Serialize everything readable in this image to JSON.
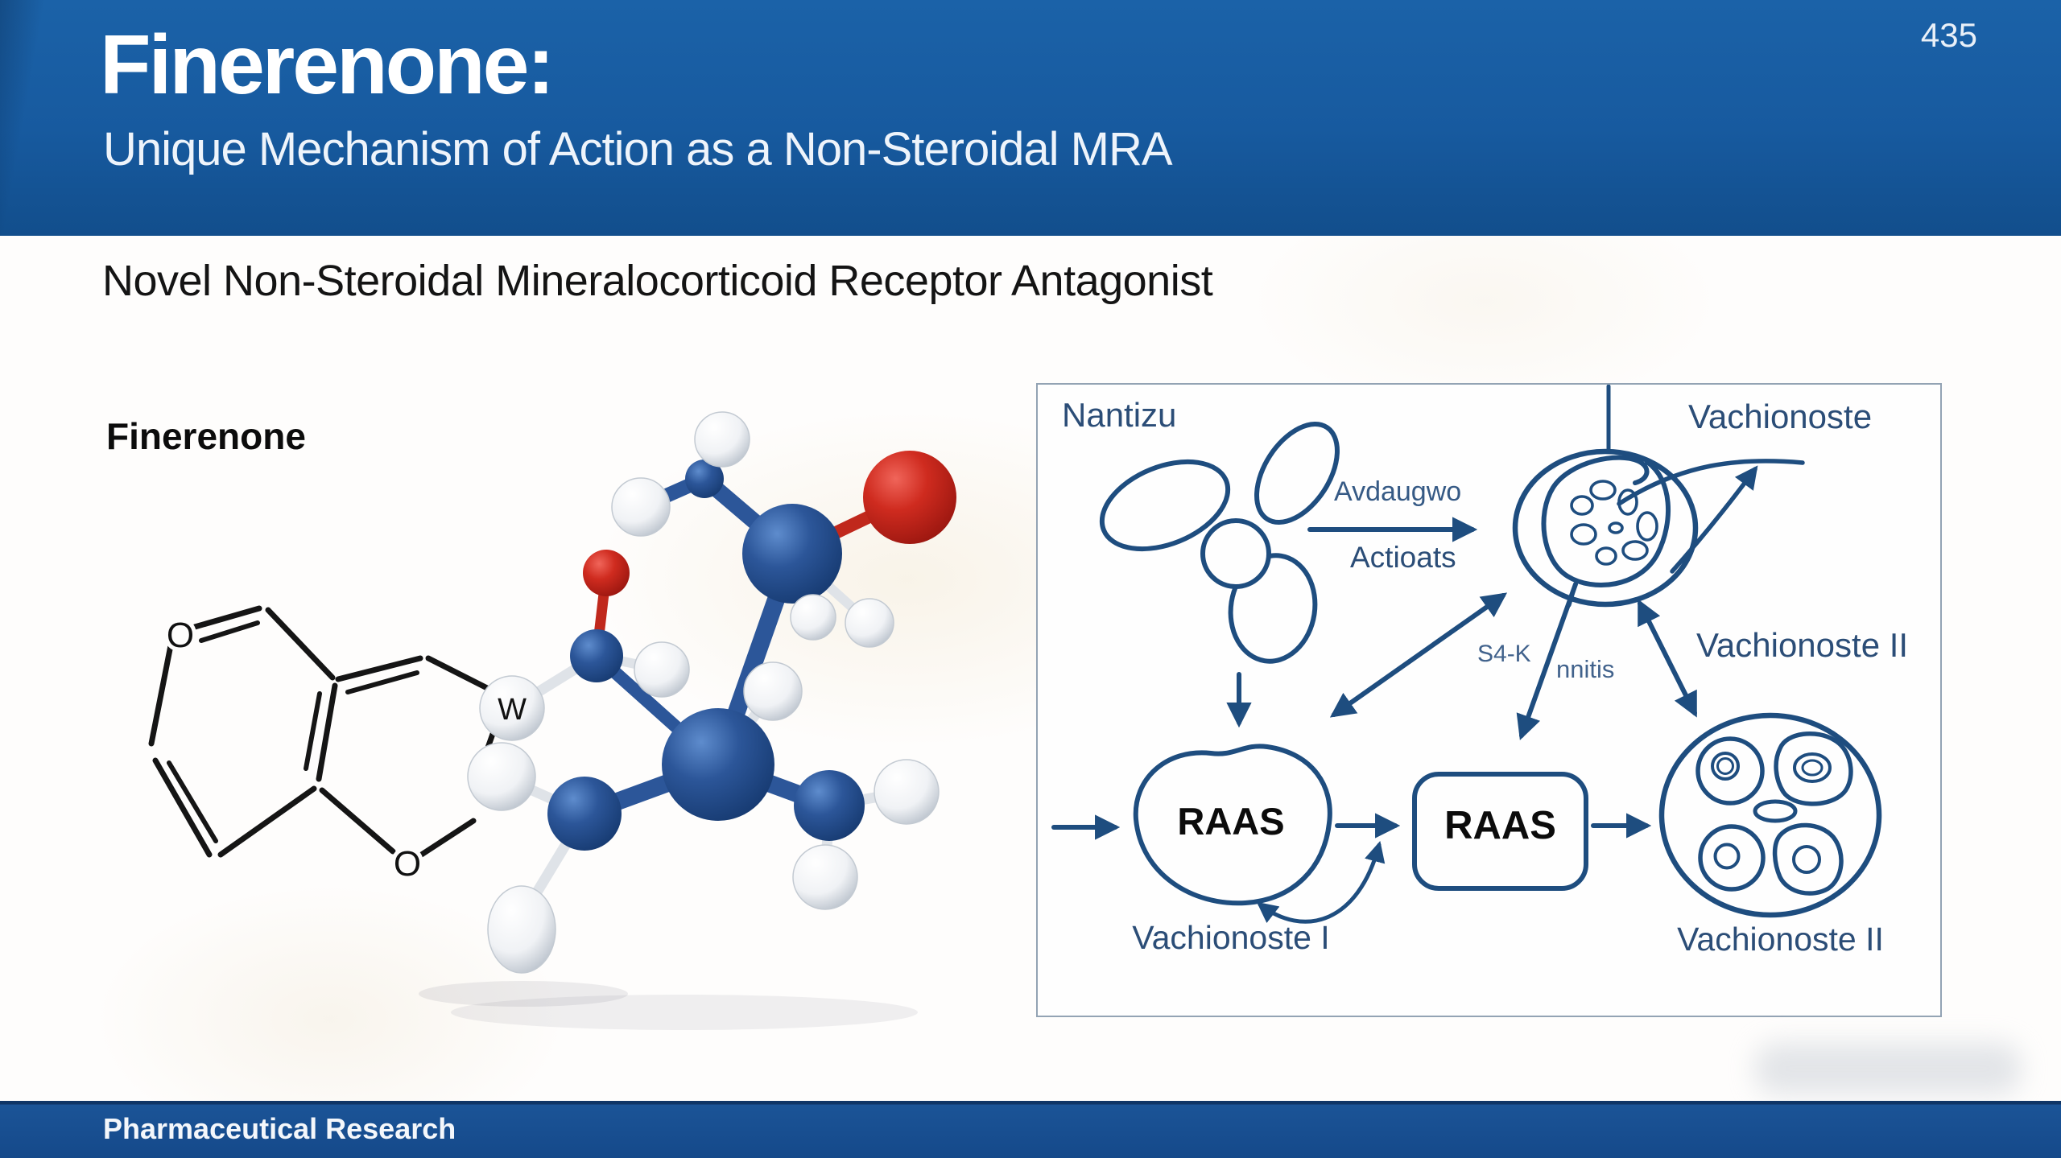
{
  "slide": {
    "page_number": "435",
    "header": {
      "title": "Finerenone:",
      "subtitle": "Unique Mechanism of Action as a Non-Steroidal MRA"
    },
    "body": {
      "heading": "Novel Non-Steroidal Mineralocorticoid Receptor Antagonist",
      "molecule": {
        "label": "Finerenone",
        "atom_o_ring": "O",
        "atom_o_ether": "O",
        "atom_n": "W"
      }
    },
    "diagram": {
      "organ_label": "Nantizu",
      "activation_arrow": {
        "top": "Avdaugwo",
        "bottom": "Actioats"
      },
      "cell_top_label": "Vachionoste",
      "receptor_label": "Vachionoste II",
      "channel_labels": {
        "left": "S4-K",
        "right": "nnitis"
      },
      "raas_blob_label": "RAAS",
      "raas_box_label": "RAAS",
      "blob_caption": "Vachionoste I",
      "cluster_caption": "Vachionoste II"
    },
    "footer": {
      "text": "Pharmaceutical Research"
    },
    "colors": {
      "header_blue": "#175a9f",
      "footer_blue": "#1b5497",
      "ink_navy": "#1d4e80",
      "label_navy": "#2b4d77",
      "atom_blue": "#2c5699",
      "atom_red": "#cf2b1f"
    }
  }
}
